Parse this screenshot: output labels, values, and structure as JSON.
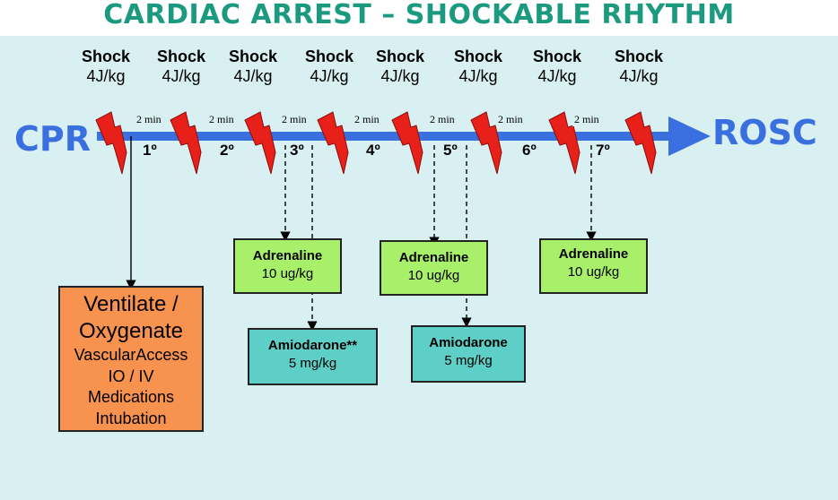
{
  "title": "CARDIAC ARREST – SHOCKABLE RHYTHM",
  "start_label": "CPR",
  "end_label": "ROSC",
  "shocks": [
    {
      "label": "Shock",
      "dose": "4J/kg"
    },
    {
      "label": "Shock",
      "dose": "4J/kg"
    },
    {
      "label": "Shock",
      "dose": "4J/kg"
    },
    {
      "label": "Shock",
      "dose": "4J/kg"
    },
    {
      "label": "Shock",
      "dose": "4J/kg"
    },
    {
      "label": "Shock",
      "dose": "4J/kg"
    },
    {
      "label": "Shock",
      "dose": "4J/kg"
    },
    {
      "label": "Shock",
      "dose": "4J/kg"
    }
  ],
  "interval_label": "2 min",
  "cycles": [
    "1º",
    "2º",
    "3º",
    "4º",
    "5º",
    "6º",
    "7º"
  ],
  "adrenaline": {
    "name": "Adrenaline",
    "dose": "10 ug/kg"
  },
  "amiodarone_first": {
    "name": "Amiodarone**",
    "dose": "5 mg/kg"
  },
  "amiodarone_second": {
    "name": "Amiodarone",
    "dose": "5 mg/kg"
  },
  "ventilate_box": {
    "line1": "Ventilate /",
    "line2": "Oxygenate",
    "line3": "VascularAccess",
    "line4": "IO / IV",
    "line5": "Medications",
    "line6": "Intubation"
  },
  "colors": {
    "arrow": "#3a6fe0",
    "bolt": "#e8201a",
    "title": "#1b9a7f",
    "adrenaline": "#a9f06a",
    "amiodarone": "#5ecfc6",
    "ventilate": "#f7924f"
  }
}
